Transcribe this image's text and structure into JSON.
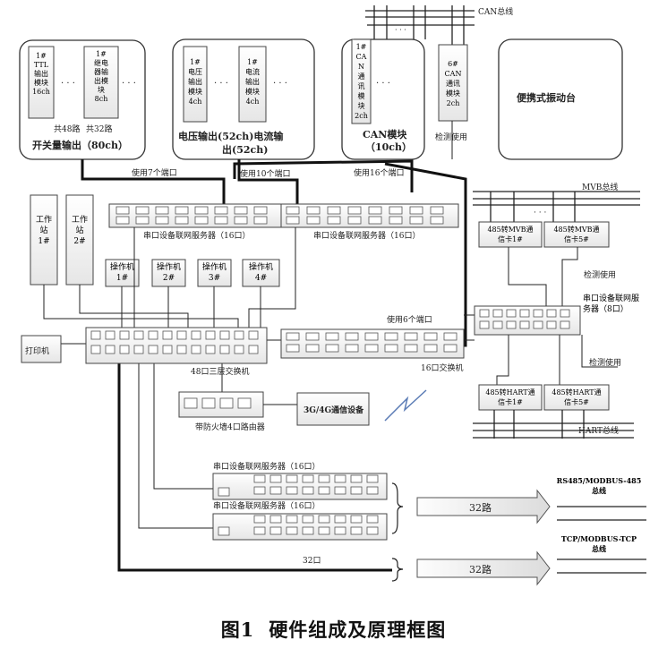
{
  "can_bus": {
    "label": "CAN总线"
  },
  "mvb_bus": {
    "label": "MVB总线"
  },
  "hart_bus": {
    "label": "HART总线"
  },
  "switch_output": {
    "ttl_module": [
      "1#",
      "TTL",
      "输出",
      "模块",
      "16ch"
    ],
    "relay_module": [
      "1#",
      "继电",
      "器输",
      "出模",
      "块",
      "8ch"
    ],
    "dots": "· · ·",
    "note_48": "共48路",
    "note_32": "共32路",
    "title": "开关量输出（80ch）"
  },
  "voltage_current": {
    "voltage_module": [
      "1#",
      "电压",
      "输出",
      "模块",
      "4ch"
    ],
    "current_module": [
      "1#",
      "电流",
      "输出",
      "模块",
      "4ch"
    ],
    "dots": "· · ·",
    "title_line1": "电压输出(52ch)电流输",
    "title_line2": "出(52ch)"
  },
  "can_group": {
    "can_module": [
      "1#",
      "CA",
      "N",
      "通",
      "讯",
      "模",
      "块",
      "2ch"
    ],
    "dots": "· · ·",
    "title_line1": "CAN模块",
    "title_line2": "（10ch）"
  },
  "can6": {
    "lines": [
      "6#",
      "CAN",
      "通讯",
      "模块",
      "2ch"
    ],
    "detect_label": "检测使用"
  },
  "vibration_table": {
    "label": "便携式振动台"
  },
  "port_notes": {
    "seven": "使用7个端口",
    "ten": "使用10个端口",
    "sixteen": "使用16个端口",
    "six": "使用6个端口"
  },
  "serial_server_a": {
    "label": "串口设备联网服务器（16口）"
  },
  "serial_server_b": {
    "label": "串口设备联网服务器（16口）"
  },
  "workstations": [
    {
      "lines": [
        "工作",
        "站",
        "1#"
      ]
    },
    {
      "lines": [
        "工作",
        "站",
        "2#"
      ]
    }
  ],
  "operators": [
    {
      "lines": [
        "操作机",
        "1#"
      ]
    },
    {
      "lines": [
        "操作机",
        "2#"
      ]
    },
    {
      "lines": [
        "操作机",
        "3#"
      ]
    },
    {
      "lines": [
        "操作机",
        "4#"
      ]
    }
  ],
  "printer": {
    "label": "打印机"
  },
  "switch48": {
    "label": "48口三层交换机"
  },
  "switch16": {
    "label": "16口交换机"
  },
  "router": {
    "label": "带防火墙4口路由器"
  },
  "comm_device": {
    "label": "3G/4G通信设备"
  },
  "mvb_cards": [
    {
      "lines": [
        "485转MVB通",
        "信卡1#"
      ]
    },
    {
      "lines": [
        "485转MVB通",
        "信卡5#"
      ]
    }
  ],
  "mvb_dots": "· · ·",
  "detect_use_a": "检测使用",
  "detect_use_b": "检测使用",
  "serial_server_8": {
    "lines": [
      "串口设备联网服",
      "务器（8口）"
    ]
  },
  "hart_cards": [
    {
      "lines": [
        "485转HART通",
        "信卡1#"
      ]
    },
    {
      "lines": [
        "485转HART通",
        "信卡5#"
      ]
    }
  ],
  "serial_server_c": {
    "label": "串口设备联网服务器（16口）"
  },
  "serial_server_d": {
    "label": "串口设备联网服务器（16口）"
  },
  "bus_modbus485": {
    "lines": [
      "RS485/MODBUS-485",
      "总线"
    ]
  },
  "bus_modbustcp": {
    "lines": [
      "TCP/MODBUS-TCP",
      "总线"
    ]
  },
  "arrow_32_upper": "32路",
  "arrow_32_lower": "32路",
  "port_32": "32口",
  "figure_caption": {
    "number": "图1",
    "title": "硬件组成及原理框图"
  }
}
